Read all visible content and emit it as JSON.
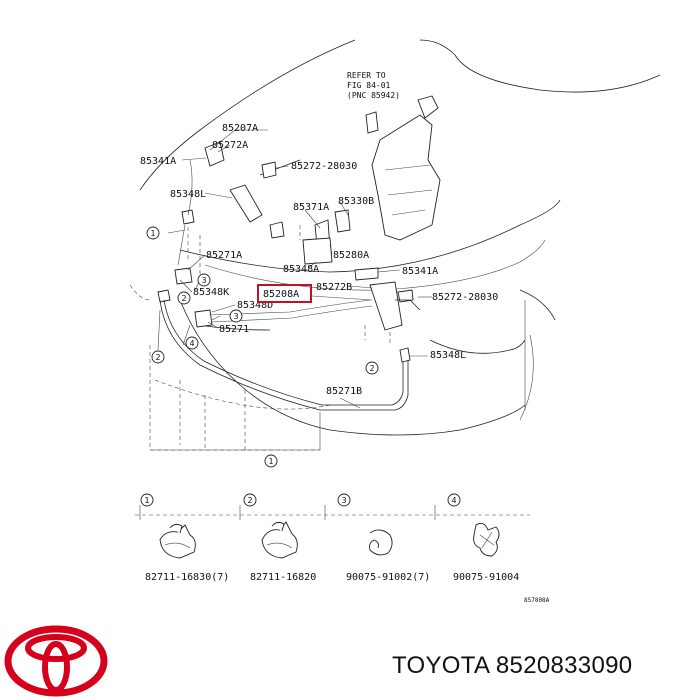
{
  "diagram": {
    "reference_note": [
      "REFER TO",
      "FIG 84-01",
      "(PNC 85942)"
    ],
    "part_labels": {
      "p85207a": "85207A",
      "p85272a": "85272A",
      "p85341a_left": "85341A",
      "p85272_28030_top": "85272-28030",
      "p85348l_left": "85348L",
      "p85371a": "85371A",
      "p85330b": "85330B",
      "p85271a": "85271A",
      "p85280a": "85280A",
      "p85348a": "85348A",
      "p85341a_right": "85341A",
      "p85348k": "85348K",
      "p85272b": "85272B",
      "p85208a": "85208A",
      "p85272_28030_right": "85272-28030",
      "p85348d": "85348D",
      "p85271": "85271",
      "p85348l_right": "85348L",
      "p85271b": "85271B"
    },
    "callouts": [
      "1",
      "2",
      "3",
      "4"
    ],
    "highlighted_part": "85208A",
    "highlight_color": "#c0102a",
    "detail_parts": [
      {
        "index": "1",
        "part_no": "82711-16830(7)"
      },
      {
        "index": "2",
        "part_no": "82711-16820"
      },
      {
        "index": "3",
        "part_no": "90075-91002(7)"
      },
      {
        "index": "4",
        "part_no": "90075-91004"
      }
    ],
    "drawing_code": "857808A"
  },
  "footer": {
    "brand": "TOYOTA",
    "part_number": "8520833090",
    "logo_color": "#d4001c"
  }
}
